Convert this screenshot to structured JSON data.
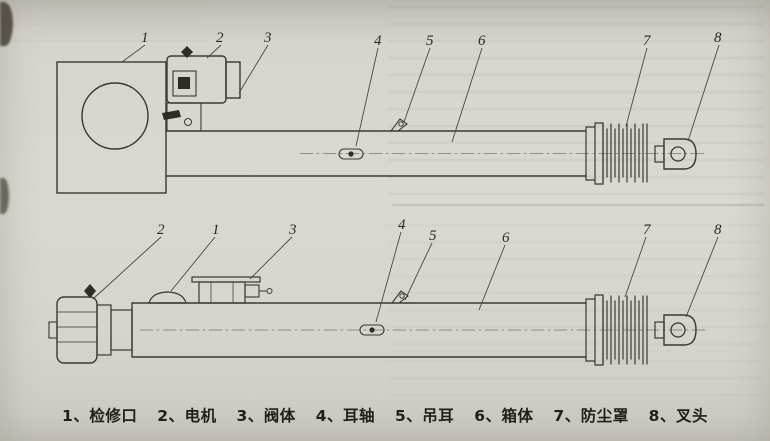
{
  "figure": {
    "views": {
      "top": {
        "callouts": [
          "1",
          "2",
          "3",
          "4",
          "5",
          "6",
          "7",
          "8"
        ]
      },
      "bottom": {
        "callouts": [
          "2",
          "1",
          "3",
          "4",
          "5",
          "6",
          "7",
          "8"
        ]
      }
    },
    "legend": {
      "separator": "、",
      "items": [
        {
          "id": "1",
          "label": "检修口"
        },
        {
          "id": "2",
          "label": "电机"
        },
        {
          "id": "3",
          "label": "阀体"
        },
        {
          "id": "4",
          "label": "耳轴"
        },
        {
          "id": "5",
          "label": "吊耳"
        },
        {
          "id": "6",
          "label": "箱体"
        },
        {
          "id": "7",
          "label": "防尘罩"
        },
        {
          "id": "8",
          "label": "叉头"
        }
      ]
    },
    "colors": {
      "paper": "#d6d3cc",
      "ink": "#3a3832"
    }
  }
}
